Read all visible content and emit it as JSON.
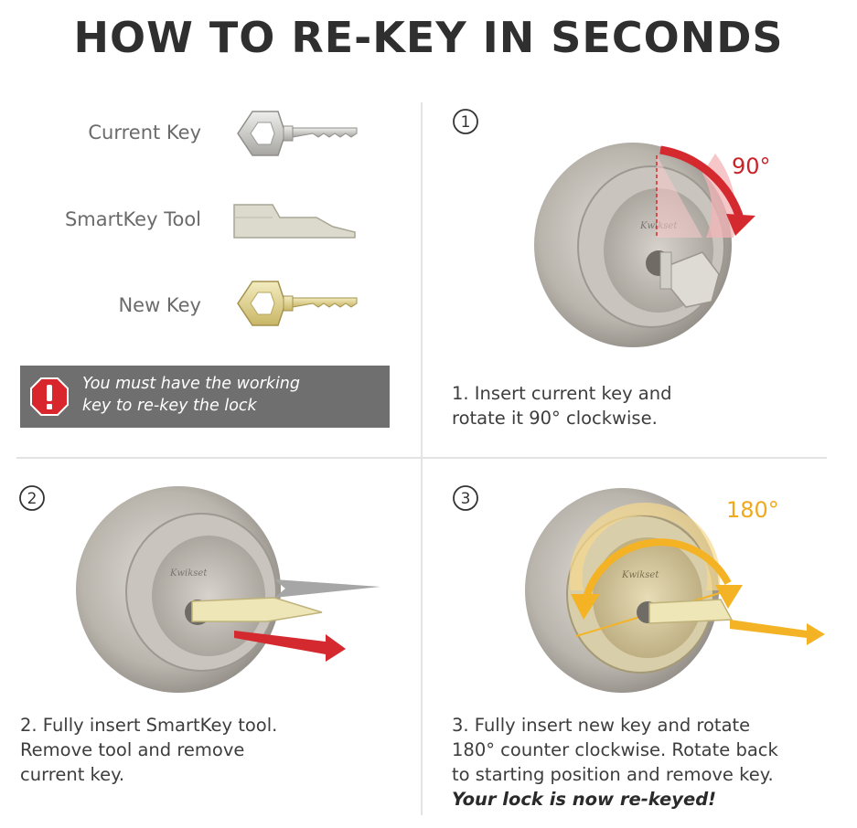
{
  "title": "HOW TO RE-KEY IN SECONDS",
  "legend": {
    "current_key": "Current Key",
    "smartkey_tool": "SmartKey Tool",
    "new_key": "New Key"
  },
  "warning": {
    "line1": "You must have the working",
    "line2": "key to re-key the lock",
    "icon": "exclamation-stop-icon"
  },
  "brand_mark": "Kwikset",
  "steps": [
    {
      "number": "1",
      "angle": "90°",
      "lines": [
        "1. Insert current key and",
        "rotate it 90° clockwise."
      ]
    },
    {
      "number": "2",
      "lines": [
        "2. Fully insert SmartKey tool.",
        "Remove tool and remove",
        "current key."
      ]
    },
    {
      "number": "3",
      "angle": "180°",
      "lines": [
        "3. Fully insert new key and rotate",
        "180° counter clockwise. Rotate back",
        "to starting position and remove key."
      ],
      "emphasis": "Your lock is now re-keyed!"
    }
  ],
  "colors": {
    "silver": "#c9c6c0",
    "brass": "#e8d98f",
    "red_arrow": "#d42a2f",
    "orange_arrow": "#f4b324",
    "warning_box": "#6f6f6f"
  }
}
